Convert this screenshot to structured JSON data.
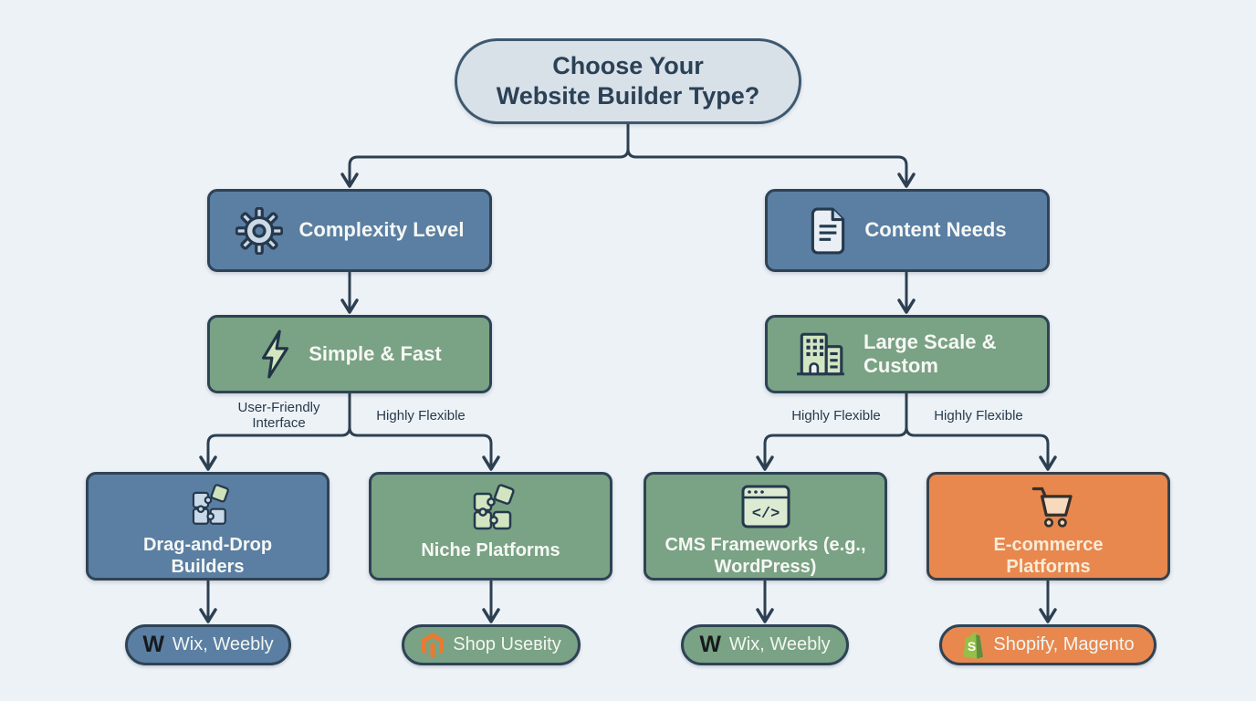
{
  "title": {
    "line1": "Choose Your",
    "line2": "Website Builder Type?"
  },
  "nodes": {
    "complexity": {
      "label": "Complexity Level",
      "icon": "gear-icon"
    },
    "content_needs": {
      "label": "Content Needs",
      "icon": "document-icon"
    },
    "simple_fast": {
      "label": "Simple & Fast",
      "icon": "lightning-icon"
    },
    "large_scale": {
      "label": "Large Scale & Custom",
      "icon": "building-icon"
    },
    "drag_drop": {
      "label": "Drag-and-Drop Builders",
      "icon": "puzzle-icon"
    },
    "niche": {
      "label": "Niche Platforms",
      "icon": "puzzle-icon"
    },
    "cms": {
      "label": "CMS Frameworks (e.g., WordPress)",
      "icon": "code-browser-icon"
    },
    "ecommerce": {
      "label": "E-commerce Platforms",
      "icon": "cart-icon"
    }
  },
  "edge_labels": {
    "user_friendly": "User-Friendly Interface",
    "flexible_left": "Highly Flexible",
    "flexible_mid": "Highly Flexible",
    "flexible_right": "Highly Flexible"
  },
  "leaves": {
    "wix_blue": {
      "label": "Wix, Weebly",
      "logo": "wix-logo"
    },
    "shop_userity": {
      "label": "Shop Useвity",
      "logo": "magento-logo"
    },
    "wix_green": {
      "label": "Wix, Weebly",
      "logo": "wix-logo"
    },
    "shopify_magento": {
      "label": "Shopify, Magento",
      "logo": "shopify-logo"
    }
  },
  "icon_glyphs": {
    "wix": "W",
    "code": "</>",
    "shopify": "S"
  },
  "colors": {
    "background": "#edf2f7",
    "node_blue": "#5b7fa3",
    "node_green": "#7aa284",
    "node_orange": "#e8884f",
    "connector": "#2d4052",
    "title_fill": "#d8e0e8",
    "title_text": "#2b4156",
    "node_text": "#f6f8f5",
    "magento_orange": "#e97b30",
    "shopify_green": "#95bf47"
  }
}
